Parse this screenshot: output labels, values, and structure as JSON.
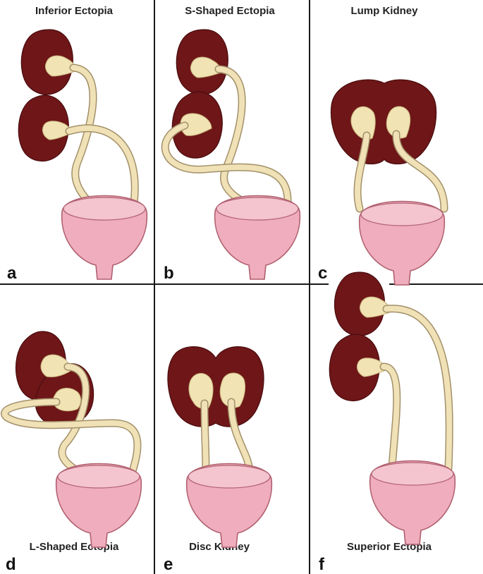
{
  "panels": [
    {
      "letter": "a",
      "title": "Inferior Ectopia"
    },
    {
      "letter": "b",
      "title": "S-Shaped Ectopia"
    },
    {
      "letter": "c",
      "title": "Lump Kidney"
    },
    {
      "letter": "d",
      "title": "L-Shaped Ectopia"
    },
    {
      "letter": "e",
      "title": "Disc Kidney"
    },
    {
      "letter": "f",
      "title": "Superior Ectopia"
    }
  ],
  "colors": {
    "kidney": "#6e1618",
    "renal_pelvis": "#f1e3b3",
    "bladder": "#efadbd",
    "divider": "#1a1a1a"
  }
}
